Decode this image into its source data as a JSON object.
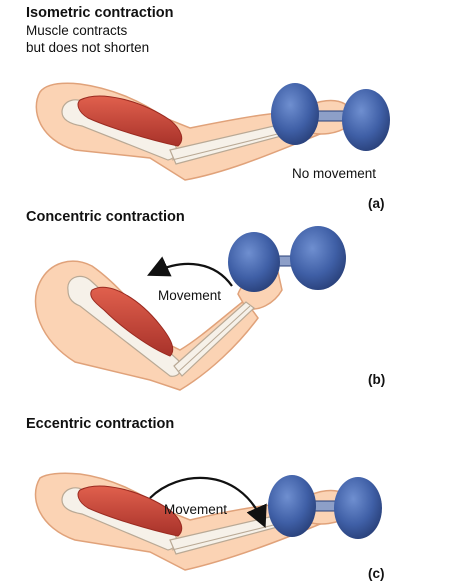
{
  "panels": [
    {
      "title": "Isometric contraction",
      "subtitle_lines": [
        "Muscle contracts",
        "but does not shorten"
      ],
      "movement_label": "No movement",
      "tag": "(a)"
    },
    {
      "title": "Concentric contraction",
      "movement_label": "Movement",
      "tag": "(b)"
    },
    {
      "title": "Eccentric contraction",
      "movement_label": "Movement",
      "tag": "(c)"
    }
  ],
  "colors": {
    "skin": "#fbd3b4",
    "skin_outline": "#e0a27a",
    "bone": "#f6f1e9",
    "bone_outline": "#b9a995",
    "muscle": "#cf4a3a",
    "muscle_dark": "#9a2a20",
    "weight": "#3f5fa6",
    "weight_dark": "#283f78",
    "bar": "#8d9fc8",
    "arrow": "#111111"
  }
}
